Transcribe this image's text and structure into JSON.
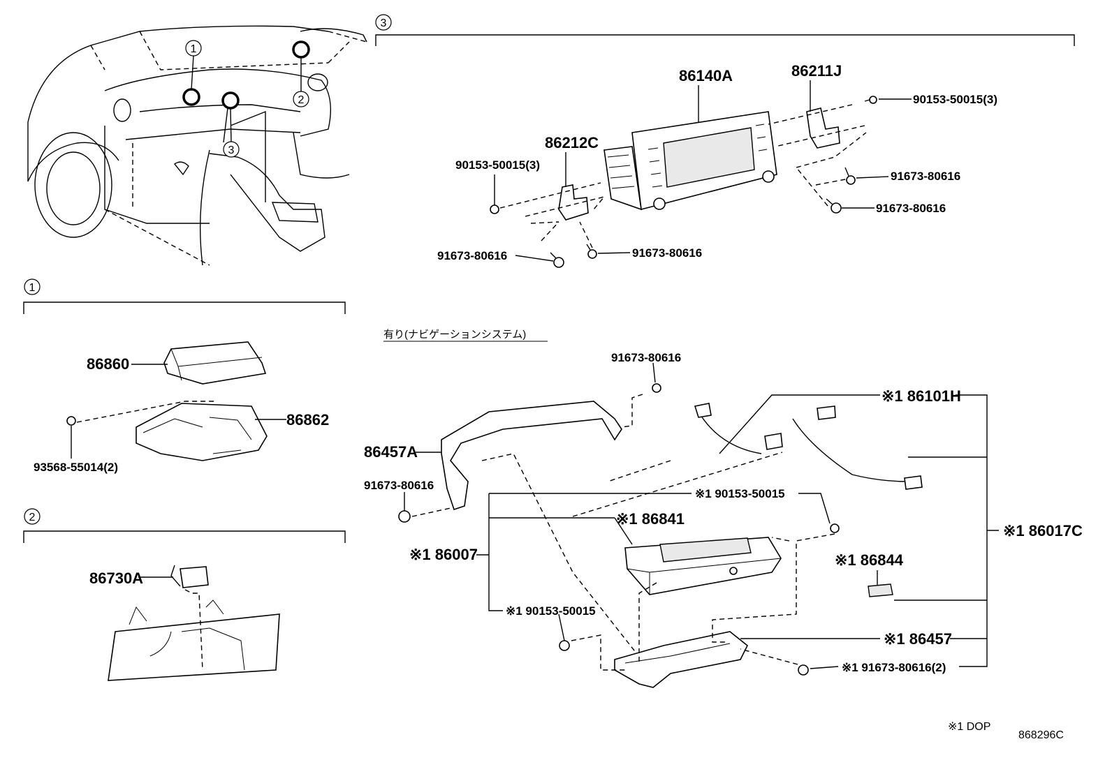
{
  "diagram_code": "868296C",
  "footnote": "※1 DOP",
  "section_markers": [
    "1",
    "2",
    "3"
  ],
  "overview_callouts": [
    "1",
    "2",
    "3"
  ],
  "navi_heading": "有り(ナビゲーションシステム)",
  "parts": {
    "p86140A": "86140A",
    "p86211J": "86211J",
    "p86212C": "86212C",
    "p90153_50015_3_right": "90153-50015(3)",
    "p90153_50015_3_left": "90153-50015(3)",
    "p91673_80616_r1": "91673-80616",
    "p91673_80616_r2": "91673-80616",
    "p91673_80616_bl": "91673-80616",
    "p91673_80616_bm": "91673-80616",
    "p86860": "86860",
    "p86862": "86862",
    "p93568_55014_2": "93568-55014(2)",
    "p86730A": "86730A",
    "p91673_80616_navi_top": "91673-80616",
    "p86457A": "86457A",
    "p91673_80616_navi_left": "91673-80616",
    "p86101H": "※1 86101H",
    "p90153_50015_a": "※1 90153-50015",
    "p86841": "※1 86841",
    "p86007": "※1 86007",
    "p90153_50015_b": "※1 90153-50015",
    "p86017C": "※1 86017C",
    "p86844": "※1 86844",
    "p86457": "※1 86457",
    "p91673_80616_2": "※1 91673-80616(2)"
  }
}
